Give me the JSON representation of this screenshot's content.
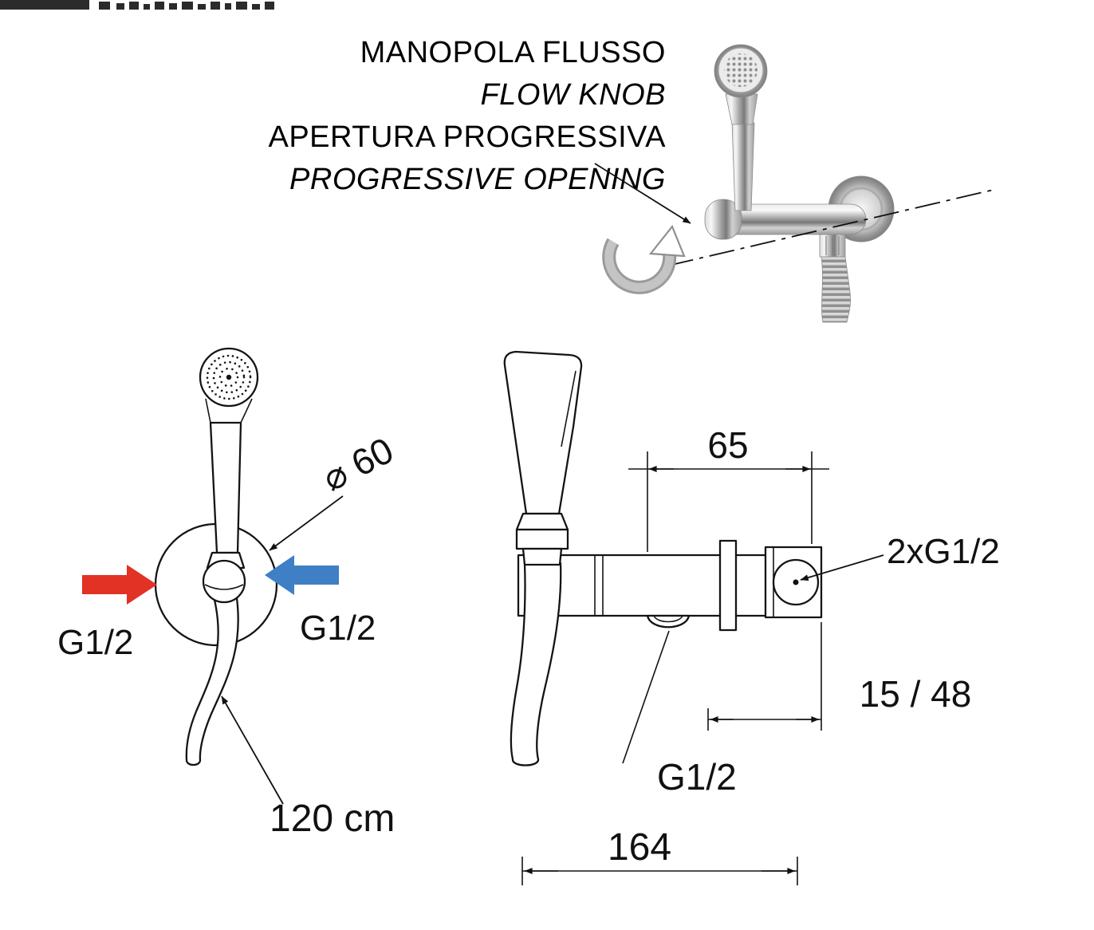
{
  "annotation": {
    "line1": "MANOPOLA FLUSSO",
    "line2": "FLOW KNOB",
    "line3": "APERTURA PROGRESSIVA",
    "line4": "PROGRESSIVE OPENING"
  },
  "front_view": {
    "diameter_label": "⌀ 60",
    "left_inlet_label": "G1/2",
    "right_inlet_label": "G1/2",
    "hose_length_label": "120 cm"
  },
  "side_view": {
    "width_dim": "65",
    "connections_label": "2xG1/2",
    "depth_dim": "15 / 48",
    "outlet_label": "G1/2",
    "total_width_dim": "164"
  },
  "colors": {
    "hot_arrow": "#e23125",
    "cold_arrow": "#3e7fc6"
  }
}
